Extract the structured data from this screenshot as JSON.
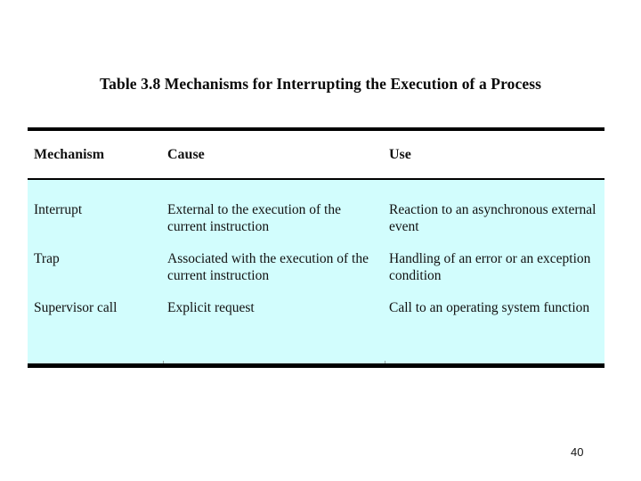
{
  "slide": {
    "title": "Table 3.8  Mechanisms for Interrupting the Execution of a Process",
    "page_number": "40",
    "colors": {
      "body_fill": "#D2FDFD",
      "header_fill": "#FFFFFF",
      "rule": "#000000",
      "text": "#111111",
      "page_background": "#FFFFFF"
    }
  },
  "table": {
    "headers": {
      "mechanism": "Mechanism",
      "cause": "Cause",
      "use": "Use"
    },
    "rows": [
      {
        "mechanism": "Interrupt",
        "cause": "External to the execution of the current instruction",
        "use": "Reaction to an asynchronous external event"
      },
      {
        "mechanism": "Trap",
        "cause": "Associated with the execution of the current instruction",
        "use": "Handling of an error or an exception condition"
      },
      {
        "mechanism": "Supervisor call",
        "cause": "Explicit request",
        "use": "Call to an operating system function"
      }
    ]
  }
}
